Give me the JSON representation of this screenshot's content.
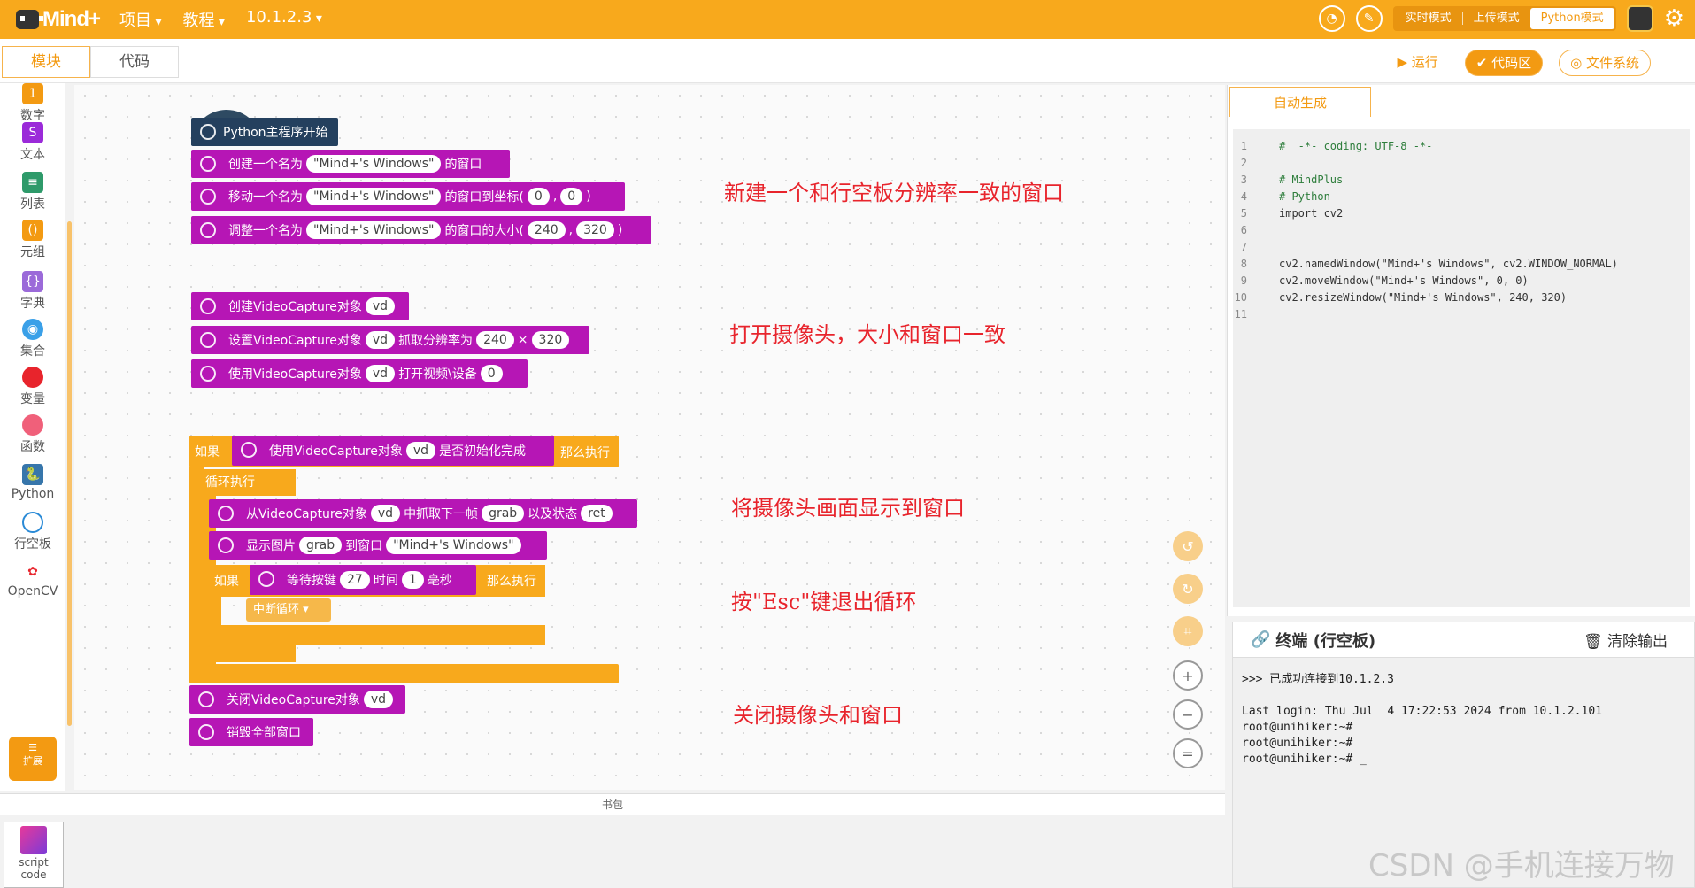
{
  "app": {
    "logo": "Mind+"
  },
  "menu": {
    "project": "项目",
    "tutorial": "教程",
    "device": "10.1.2.3"
  },
  "modes": {
    "realtime": "实时模式",
    "upload": "上传模式",
    "python": "Python模式"
  },
  "tabs": {
    "blocks": "模块",
    "code": "代码"
  },
  "toolbar": {
    "run": "运行",
    "code_area": "代码区",
    "filesystem": "文件系统"
  },
  "categories": [
    "数字",
    "文本",
    "列表",
    "元组",
    "字典",
    "集合",
    "变量",
    "函数",
    "Python",
    "行空板",
    "OpenCV"
  ],
  "ext_label": "扩展",
  "blocks": {
    "start": "Python主程序开始",
    "b1": {
      "a": "创建一个名为",
      "name": "\"Mind+'s Windows\"",
      "b": "的窗口"
    },
    "b2": {
      "a": "移动一个名为",
      "name": "\"Mind+'s Windows\"",
      "b": "的窗口到坐标(",
      "x": "0",
      "y": "0",
      "c": ")"
    },
    "b3": {
      "a": "调整一个名为",
      "name": "\"Mind+'s Windows\"",
      "b": "的窗口的大小(",
      "w": "240",
      "h": "320",
      "c": ")"
    },
    "b4": {
      "a": "创建VideoCapture对象",
      "v": "vd"
    },
    "b5": {
      "a": "设置VideoCapture对象",
      "v": "vd",
      "b": "抓取分辨率为",
      "w": "240",
      "x": "×",
      "h": "320"
    },
    "b6": {
      "a": "使用VideoCapture对象",
      "v": "vd",
      "b": "打开视频\\设备",
      "n": "0"
    },
    "if1": {
      "if": "如果",
      "a": "使用VideoCapture对象",
      "v": "vd",
      "b": "是否初始化完成",
      "then": "那么执行"
    },
    "loop": "循环执行",
    "b7": {
      "a": "从VideoCapture对象",
      "v": "vd",
      "b": "中抓取下一帧",
      "g": "grab",
      "c": "以及状态",
      "r": "ret"
    },
    "b8": {
      "a": "显示图片",
      "g": "grab",
      "b": "到窗口",
      "name": "\"Mind+'s Windows\""
    },
    "if2": {
      "if": "如果",
      "a": "等待按键",
      "k": "27",
      "b": "时间",
      "t": "1",
      "c": "毫秒",
      "then": "那么执行"
    },
    "brk": "中断循环 ▾",
    "b9": {
      "a": "关闭VideoCapture对象",
      "v": "vd"
    },
    "b10": "销毁全部窗口"
  },
  "notes": [
    "新建一个和行空板分辨率一致的窗口",
    "打开摄像头，大小和窗口一致",
    "将摄像头画面显示到窗口",
    "按\"Esc\"键退出循环",
    "关闭摄像头和窗口"
  ],
  "bookbar": "书包",
  "script_box": {
    "l1": "script",
    "l2": "code"
  },
  "code_tab": "自动生成",
  "code_lines": [
    {
      "n": "1",
      "t": "#  -*- coding: UTF-8 -*-"
    },
    {
      "n": "2",
      "t": ""
    },
    {
      "n": "3",
      "t": "# MindPlus"
    },
    {
      "n": "4",
      "t": "# Python"
    },
    {
      "n": "5",
      "t": "import cv2"
    },
    {
      "n": "6",
      "t": ""
    },
    {
      "n": "7",
      "t": ""
    },
    {
      "n": "8",
      "t": "cv2.namedWindow(\"Mind+'s Windows\", cv2.WINDOW_NORMAL)"
    },
    {
      "n": "9",
      "t": "cv2.moveWindow(\"Mind+'s Windows\", 0, 0)"
    },
    {
      "n": "10",
      "t": "cv2.resizeWindow(\"Mind+'s Windows\", 240, 320)"
    },
    {
      "n": "11",
      "t": ""
    }
  ],
  "terminal": {
    "title": "终端 (行空板)",
    "clear": "清除输出",
    "output": ">>> 已成功连接到10.1.2.3\n\nLast login: Thu Jul  4 17:22:53 2024 from 10.1.2.101\nroot@unihiker:~#\nroot@unihiker:~#\nroot@unihiker:~# _"
  },
  "watermark": "CSDN @手机连接万物",
  "colors": {
    "accent": "#f8a91c",
    "block": "#b616b5",
    "note": "#e8242c"
  }
}
